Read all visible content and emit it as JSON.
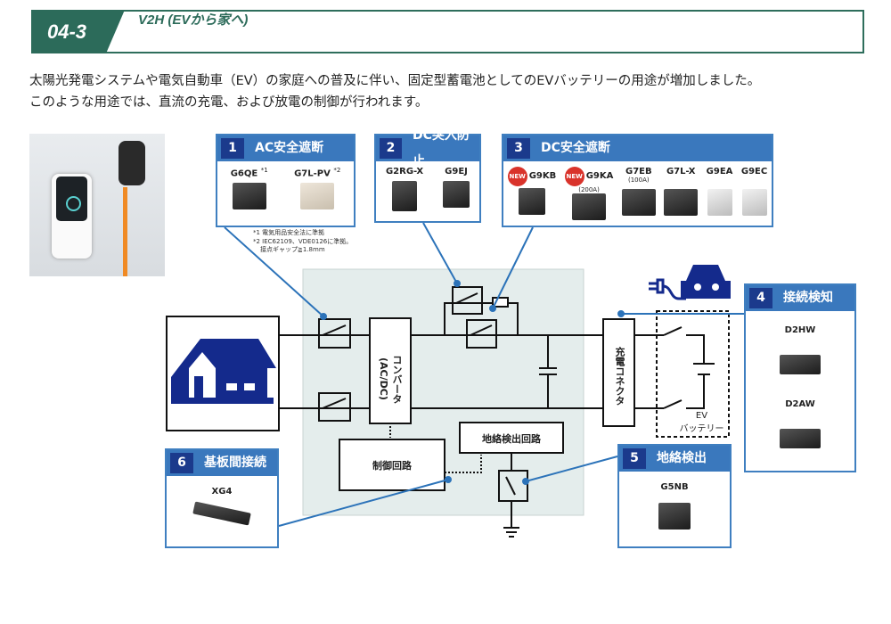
{
  "header": {
    "section_number": "04-3",
    "title": "V2H (EVから家へ)"
  },
  "intro": [
    "太陽光発電システムや電気自動車（EV）の家庭への普及に伴い、固定型蓄電池としてのEVバッテリーの用途が増加しました。",
    "このような用途では、直流の充電、および放電の制御が行われます。"
  ],
  "colors": {
    "brand_green": "#2c6b5a",
    "panel_blue": "#3a78bd",
    "number_navy": "#1b3a8c",
    "new_badge": "#d9332b",
    "circuit_area": "#e4edec"
  },
  "panels": [
    {
      "num": "1",
      "title": "AC安全遮断",
      "products": [
        {
          "name": "G6QE",
          "mark": "*1"
        },
        {
          "name": "G7L-PV",
          "mark": "*2"
        }
      ],
      "notes": [
        "*1 電気用品安全法に準拠",
        "*2 IEC62109、VDE0126に準拠。",
        "接点ギャップ≧1.8mm"
      ]
    },
    {
      "num": "2",
      "title": "DC突入防止",
      "products": [
        {
          "name": "G2RG-X"
        },
        {
          "name": "G9EJ"
        }
      ]
    },
    {
      "num": "3",
      "title": "DC安全遮断",
      "new_label": "NEW",
      "products": [
        {
          "name": "G9KB",
          "new": true
        },
        {
          "name": "G9KA",
          "sub": "(200A)",
          "new": true
        },
        {
          "name": "G7EB",
          "sub": "(100A)"
        },
        {
          "name": "G7L-X"
        },
        {
          "name": "G9EA"
        },
        {
          "name": "G9EC"
        }
      ]
    },
    {
      "num": "4",
      "title": "接続検知",
      "products": [
        {
          "name": "D2HW"
        },
        {
          "name": "D2AW"
        }
      ]
    },
    {
      "num": "5",
      "title": "地絡検出",
      "products": [
        {
          "name": "G5NB"
        }
      ]
    },
    {
      "num": "6",
      "title": "基板間接続",
      "products": [
        {
          "name": "XG4"
        }
      ]
    }
  ],
  "circuit": {
    "converter": "コンバータ (AC/DC)",
    "control": "制御回路",
    "ground_fault_circuit": "地絡検出回路",
    "charge_connector": "充電コネクタ",
    "ev_battery_line1": "EV",
    "ev_battery_line2": "バッテリー"
  }
}
